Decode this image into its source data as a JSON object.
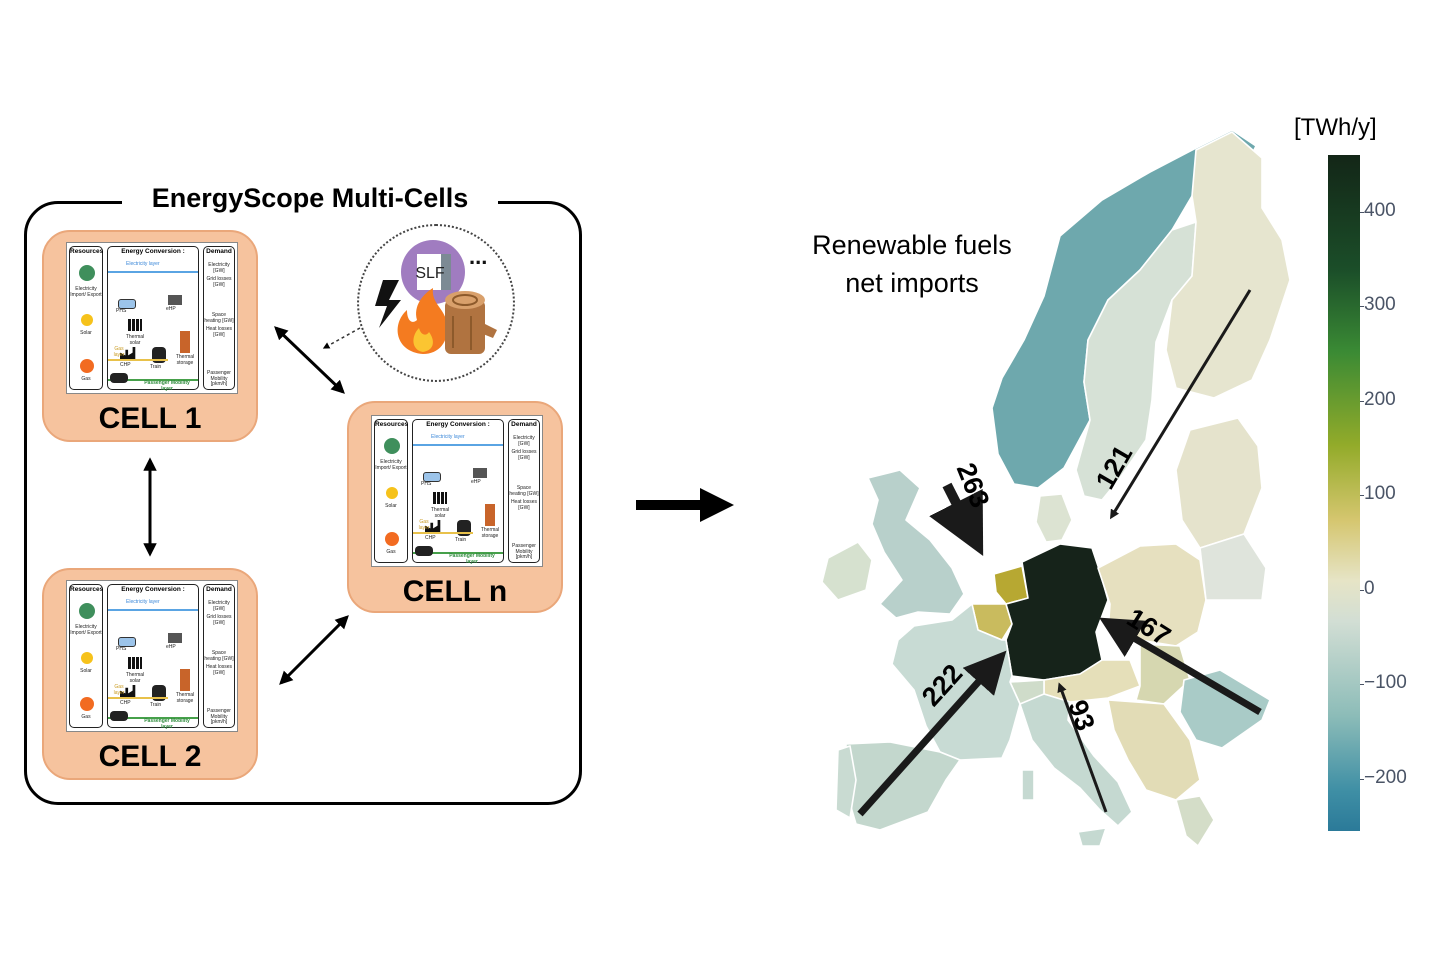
{
  "left_panel": {
    "title": "EnergyScope Multi-Cells",
    "cells": [
      {
        "label": "CELL 1"
      },
      {
        "label": "CELL 2"
      },
      {
        "label": "CELL n"
      }
    ],
    "fuels_bubble": {
      "slf_label": "SLF",
      "ellipsis": "..."
    },
    "model_thumbnail": {
      "resources_header": "Resources",
      "conversion_header": "Energy Conversion :",
      "demand_header": "Demand",
      "electricity_layer": "Electricity layer",
      "resources": [
        "Electricity Import/ Export",
        "Solar",
        "Gas"
      ],
      "technologies": [
        "PHS",
        "eHP",
        "Thermal solar",
        "CHP",
        "Train",
        "Thermal storage",
        "Gas layer",
        "Passenger Mobility layer"
      ],
      "demands": [
        "Electricity [GW]",
        "Grid losses [GW]",
        "Space heating [GW]",
        "Heat losses [GW]",
        "Passenger Mobility [pkm/h]"
      ]
    }
  },
  "right_panel": {
    "map_title_line1": "Renewable fuels",
    "map_title_line2": "net imports",
    "flows": [
      {
        "value": "263"
      },
      {
        "value": "121"
      },
      {
        "value": "167"
      },
      {
        "value": "222"
      },
      {
        "value": "93"
      }
    ],
    "colorbar": {
      "title": "[TWh/y]",
      "ticks": [
        "400",
        "300",
        "200",
        "100",
        "0",
        "−100",
        "−200"
      ],
      "tick_values": [
        400,
        300,
        200,
        100,
        0,
        -100,
        -200
      ],
      "range": [
        -255,
        460
      ],
      "colors": [
        "#2b7a99",
        "#8cbcb8",
        "#e6e4c6",
        "#d5c66f",
        "#93ab2a",
        "#3a8a34",
        "#132617"
      ]
    },
    "country_colors": {
      "germany": "#16231a",
      "netherlands": "#b7a832",
      "belgium": "#c9bb5e",
      "norway": "#6ea8ad",
      "sweden": "#d6e1d6",
      "finland": "#e6e5cf",
      "france": "#c8dbd4",
      "spain": "#c3d7cd",
      "italy": "#c5d9d1",
      "poland": "#e6e0bf",
      "romania": "#a9cbc7",
      "uk": "#b8d0cb",
      "ireland": "#d6e1cf"
    }
  }
}
